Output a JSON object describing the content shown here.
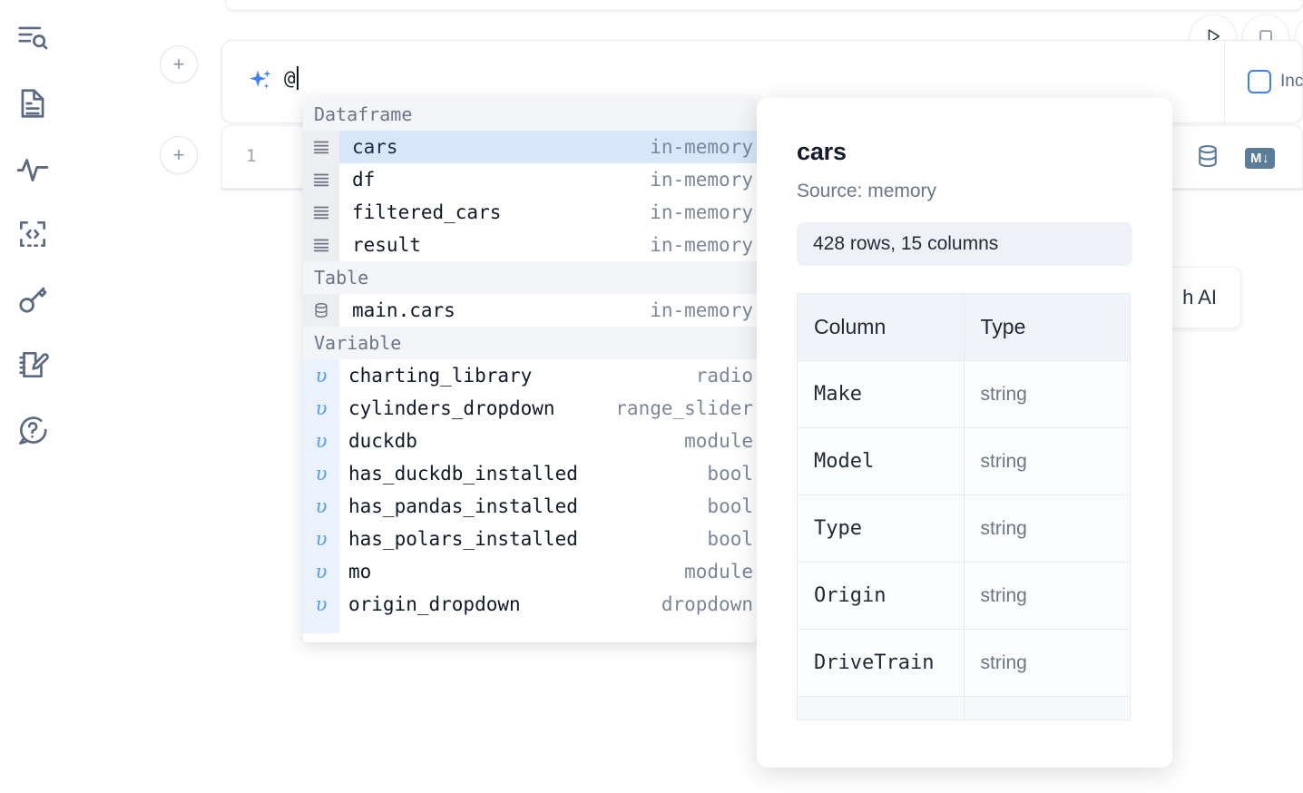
{
  "sidebar": {
    "items": [
      {
        "name": "file-search-icon",
        "label": "Explore"
      },
      {
        "name": "document-icon",
        "label": "Notebook"
      },
      {
        "name": "activity-icon",
        "label": "Runtime"
      },
      {
        "name": "code-snippet-icon",
        "label": "Snippets"
      },
      {
        "name": "key-icon",
        "label": "Secrets"
      },
      {
        "name": "notepad-edit-icon",
        "label": "Scratchpad"
      },
      {
        "name": "help-chat-icon",
        "label": "Help"
      }
    ]
  },
  "prompt": {
    "value": "@",
    "sparkle_icon": "sparkle-icon",
    "include_all_code_label": "Include all code",
    "include_all_code_checked": false,
    "add_cell_label": "+"
  },
  "toolbar": {
    "run_label": "Run",
    "stop_label": "Stop",
    "more_label": "More"
  },
  "code_cell": {
    "line_number": "1",
    "database_icon": "database-icon",
    "markdown_icon_label": "M↓"
  },
  "ai_chip": {
    "label": "h AI"
  },
  "autocomplete": {
    "sections": [
      {
        "title": "Dataframe",
        "gutter_icon": "dataframe-rows-icon",
        "gutter_style": "neutral",
        "items": [
          {
            "name": "cars",
            "type": "in-memory",
            "selected": true
          },
          {
            "name": "df",
            "type": "in-memory",
            "selected": false
          },
          {
            "name": "filtered_cars",
            "type": "in-memory",
            "selected": false
          },
          {
            "name": "result",
            "type": "in-memory",
            "selected": false
          }
        ]
      },
      {
        "title": "Table",
        "gutter_icon": "database-icon",
        "gutter_style": "neutral",
        "items": [
          {
            "name": "main.cars",
            "type": "in-memory",
            "selected": false
          }
        ]
      },
      {
        "title": "Variable",
        "gutter_icon": "variable-icon",
        "gutter_glyph": "υ",
        "gutter_style": "variable",
        "items": [
          {
            "name": "charting_library",
            "type": "radio",
            "selected": false
          },
          {
            "name": "cylinders_dropdown",
            "type": "range_slider",
            "selected": false
          },
          {
            "name": "duckdb",
            "type": "module",
            "selected": false
          },
          {
            "name": "has_duckdb_installed",
            "type": "bool",
            "selected": false
          },
          {
            "name": "has_pandas_installed",
            "type": "bool",
            "selected": false
          },
          {
            "name": "has_polars_installed",
            "type": "bool",
            "selected": false
          },
          {
            "name": "mo",
            "type": "module",
            "selected": false
          },
          {
            "name": "origin_dropdown",
            "type": "dropdown",
            "selected": false
          }
        ]
      }
    ]
  },
  "detail": {
    "title": "cars",
    "source": "Source: memory",
    "shape": "428 rows, 15 columns",
    "columns_header": "Column",
    "type_header": "Type",
    "rows": [
      {
        "column": "Make",
        "type": "string"
      },
      {
        "column": "Model",
        "type": "string"
      },
      {
        "column": "Type",
        "type": "string"
      },
      {
        "column": "Origin",
        "type": "string"
      },
      {
        "column": "DriveTrain",
        "type": "string"
      }
    ]
  },
  "colors": {
    "accent_blue": "#3b82f6",
    "selected_row": "#d8e8fa",
    "variable_gutter": "#eaf2fd",
    "section_header": "#f3f5f8",
    "icon_slate": "#5b6a82",
    "cell_icon": "#5b7d99"
  }
}
